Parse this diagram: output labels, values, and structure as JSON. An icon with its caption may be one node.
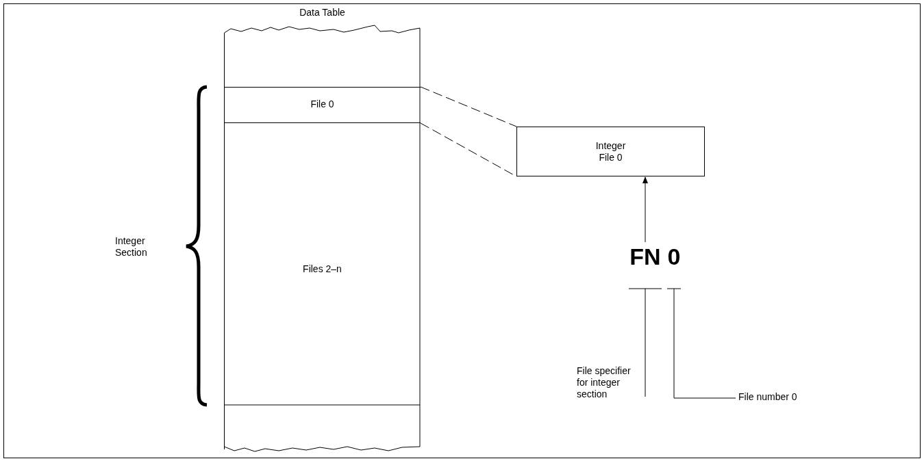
{
  "diagram": {
    "nodes": [
      {
        "text": [
          "Data Table"
        ]
      },
      {
        "text": [
          "File 0"
        ],
        "in": 0
      },
      {
        "text": [
          "Files 2–n"
        ],
        "in": 0
      },
      {
        "text": [
          "Integer File 0"
        ]
      },
      {
        "text": [
          "FN"
        ]
      },
      {
        "text": [
          "0"
        ]
      },
      {
        "text": [
          "File specifier for integer section"
        ]
      },
      {
        "text": [
          "File number 0"
        ]
      }
    ],
    "edges": [
      {
        "from": 1,
        "to": 3,
        "arrow": "none",
        "style": "dashed"
      },
      {
        "from": 1,
        "to": 3,
        "arrow": "none",
        "style": "dashed"
      },
      {
        "from": 4,
        "to": 3,
        "arrow": "to"
      },
      {
        "from": 6,
        "to": 4,
        "arrow": "none"
      },
      {
        "from": 7,
        "to": 5,
        "arrow": "none"
      }
    ],
    "labels": [
      "Integer Section"
    ]
  }
}
